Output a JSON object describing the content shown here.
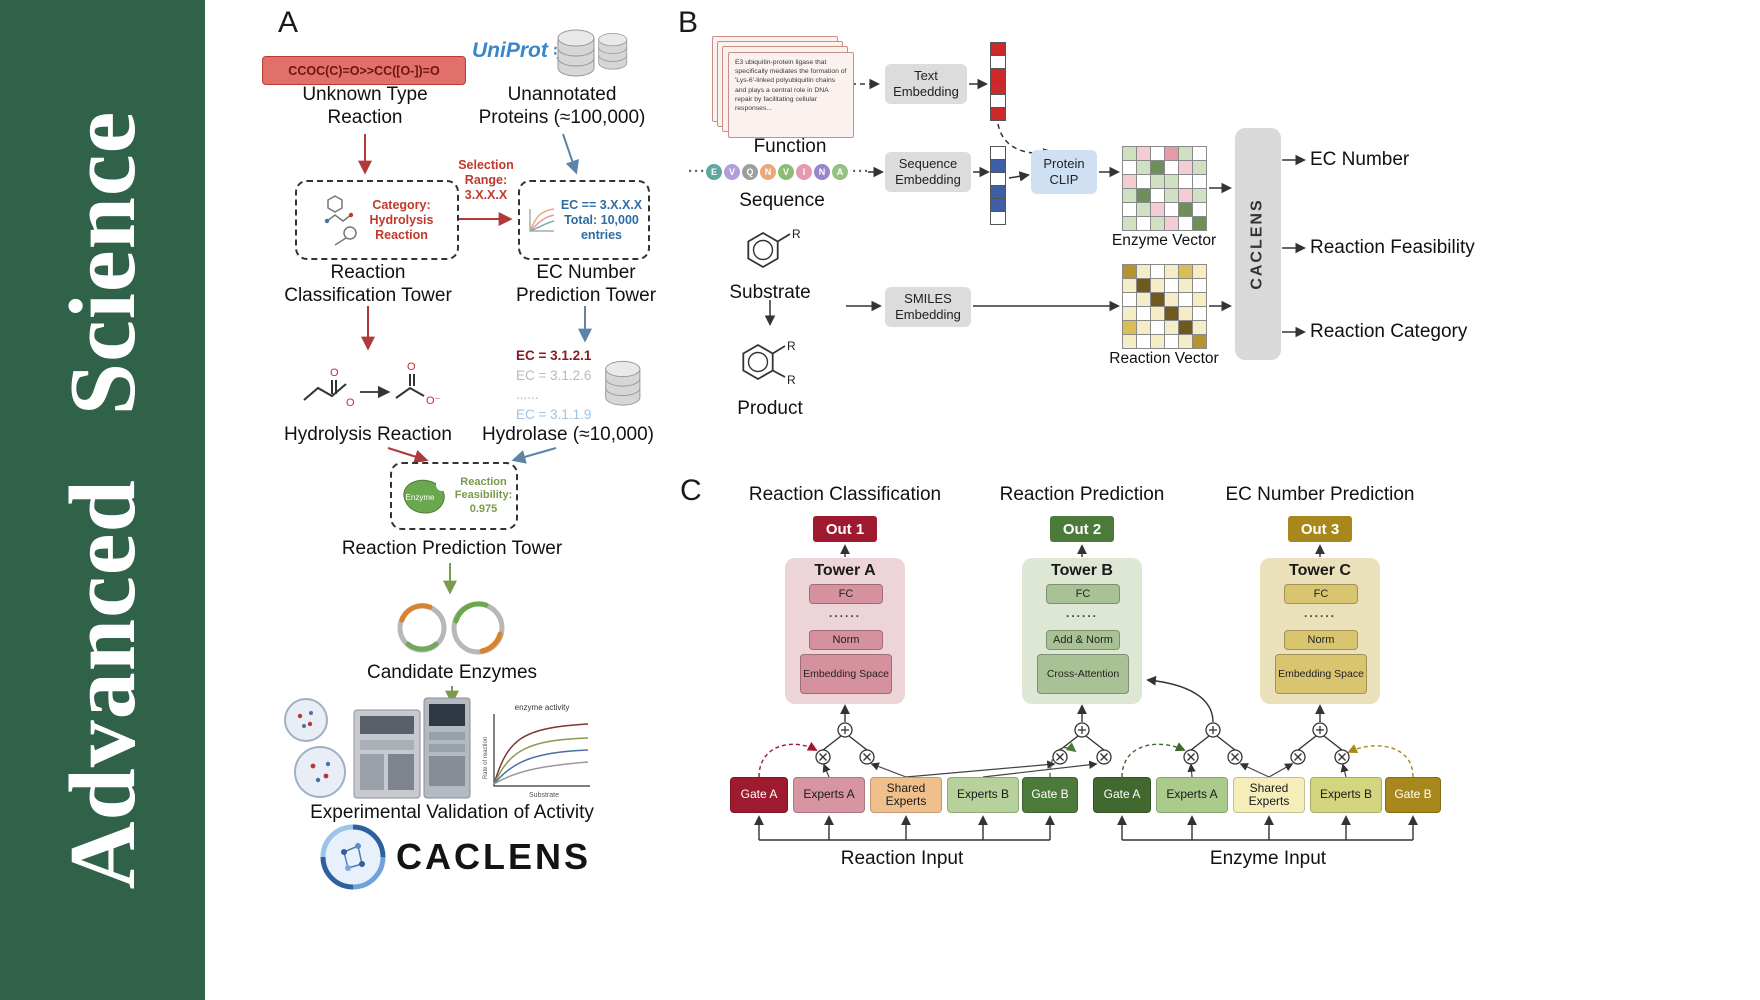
{
  "palette": {
    "w": "#ffffff",
    "g": "#cfe0c3",
    "G": "#6d8f5a",
    "p": "#f3cdd3",
    "P": "#e59aa8",
    "y": "#f5ecc8",
    "Y": "#d9bd55",
    "o": "#b5932e",
    "B": "#6f5a1d",
    "R": "#cc2a2a",
    "b": "#3d5fa8"
  },
  "colors": {
    "sidebar": "#2f6249",
    "arrow_red": "#b03a3a",
    "arrow_blue": "#5b84a8",
    "arrow_green": "#7a9a4e",
    "out1": "#9e1b2f",
    "out2": "#4c7a3a",
    "out3": "#a8871c",
    "towerA_bg": "#ecd4d9",
    "towerA_box": "#d6919e",
    "towerB_bg": "#dde7d4",
    "towerB_box": "#a9c295",
    "towerC_bg": "#eae0ba",
    "towerC_box": "#d9c56f",
    "gateA_left": "#9e1b2f",
    "expertsA_left": "#d795a2",
    "shared_left": "#efc08b",
    "expertsB_left": "#b6d29a",
    "gateB_left": "#4c7a3a",
    "gateA_right": "#40682f",
    "expertsA_right": "#abcb8d",
    "shared_right": "#f5eebb",
    "expertsB_right": "#d3d67f",
    "gateB_right": "#a8871c"
  },
  "journal": {
    "words": [
      "Advanced",
      "Science"
    ]
  },
  "panelA": {
    "label": "A",
    "smiles": "CCOC(C)=O>>CC([O-])=O",
    "unknown": "Unknown Type\nReaction",
    "uniprot": "UniProt",
    "unannotated": "Unannotated\nProteins (≈100,000)",
    "category_box": "Category:\nHydrolysis\nReaction",
    "selection": "Selection\nRange:\n3.X.X.X",
    "ec_box": "EC == 3.X.X.X\nTotal: 10,000\nentries",
    "classification_tower": "Reaction\nClassification Tower",
    "ec_tower": "EC Number\nPrediction Tower",
    "hydrolysis_reaction": "Hydrolysis Reaction",
    "ec_list": [
      {
        "text": "EC = 3.1.2.1",
        "color": "#8b1a1a",
        "bold": true
      },
      {
        "text": "EC = 3.1.2.6",
        "color": "#b9b9b9",
        "bold": false
      },
      {
        "text": "......",
        "color": "#b9b9b9",
        "bold": false
      },
      {
        "text": "EC = 3.1.1.9",
        "color": "#9dc3e6",
        "bold": false
      }
    ],
    "hydrolase": "Hydrolase (≈10,000)",
    "enzyme": "Enzyme",
    "feasibility": "Reaction\nFeasibility:\n0.975",
    "prediction_tower": "Reaction Prediction Tower",
    "candidate_enzymes": "Candidate Enzymes",
    "plot": {
      "title": "enzyme activity",
      "ylabel": "Rate of reaction",
      "xlabel": "Substrate"
    },
    "validation": "Experimental Validation of Activity",
    "logo": "CACLENS",
    "atom_o": "O",
    "atom_o_minus": "O⁻"
  },
  "panelB": {
    "label": "B",
    "function_text": "E3 ubiquitin-protein ligase that specifically mediates the formation of 'Lys-6'-linked polyubiquitin chains and plays a central role in DNA repair by facilitating cellular responses...",
    "function_label": "Function",
    "ellipsis": "···",
    "sequence": [
      {
        "l": "E",
        "c": "#5fa8a0"
      },
      {
        "l": "V",
        "c": "#b39ddb"
      },
      {
        "l": "Q",
        "c": "#9e9e9e"
      },
      {
        "l": "N",
        "c": "#e8a87c"
      },
      {
        "l": "V",
        "c": "#8fbc74"
      },
      {
        "l": "I",
        "c": "#e49ab0"
      },
      {
        "l": "N",
        "c": "#9b86c9"
      },
      {
        "l": "A",
        "c": "#97c083"
      }
    ],
    "sequence_label": "Sequence",
    "substrate_label": "Substrate",
    "product_label": "Product",
    "r_label": "R",
    "text_embedding": "Text\nEmbedding",
    "sequence_embedding": "Sequence\nEmbedding",
    "smiles_embedding": "SMILES\nEmbedding",
    "protein_clip": "Protein\nCLIP",
    "vector1": [
      "R",
      "w",
      "R",
      "R",
      "w",
      "R"
    ],
    "vector2": [
      "w",
      "b",
      "w",
      "b",
      "b",
      "w"
    ],
    "enzyme_matrix": [
      [
        "g",
        "p",
        "w",
        "P",
        "g",
        "w"
      ],
      [
        "w",
        "g",
        "G",
        "w",
        "p",
        "g"
      ],
      [
        "p",
        "w",
        "g",
        "g",
        "w",
        "w"
      ],
      [
        "g",
        "G",
        "w",
        "g",
        "p",
        "g"
      ],
      [
        "w",
        "g",
        "p",
        "w",
        "G",
        "w"
      ],
      [
        "g",
        "w",
        "g",
        "p",
        "w",
        "G"
      ]
    ],
    "reaction_matrix": [
      [
        "o",
        "y",
        "w",
        "y",
        "Y",
        "y"
      ],
      [
        "y",
        "B",
        "y",
        "w",
        "y",
        "w"
      ],
      [
        "w",
        "y",
        "B",
        "y",
        "w",
        "y"
      ],
      [
        "y",
        "w",
        "y",
        "B",
        "y",
        "w"
      ],
      [
        "Y",
        "y",
        "w",
        "y",
        "B",
        "y"
      ],
      [
        "y",
        "w",
        "y",
        "w",
        "y",
        "o"
      ]
    ],
    "enzyme_vector_label": "Enzyme Vector",
    "reaction_vector_label": "Reaction Vector",
    "caclens": "CACLENS",
    "outputs": [
      "EC Number",
      "Reaction Feasibility",
      "Reaction Category"
    ]
  },
  "panelC": {
    "label": "C",
    "headers": [
      "Reaction Classification",
      "Reaction Prediction",
      "EC Number Prediction"
    ],
    "outs": [
      "Out 1",
      "Out 2",
      "Out 3"
    ],
    "towers": [
      {
        "name": "Tower A",
        "fc": "FC",
        "dots": "......",
        "norm": "Norm",
        "bottom": "Embedding Space"
      },
      {
        "name": "Tower B",
        "fc": "FC",
        "dots": "......",
        "norm": "Add & Norm",
        "bottom": "Cross-Attention"
      },
      {
        "name": "Tower C",
        "fc": "FC",
        "dots": "......",
        "norm": "Norm",
        "bottom": "Embedding Space"
      }
    ],
    "experts_left": [
      "Gate A",
      "Experts A",
      "Shared Experts",
      "Experts B",
      "Gate B"
    ],
    "experts_right": [
      "Gate A",
      "Experts A",
      "Shared Experts",
      "Experts B",
      "Gate B"
    ],
    "reaction_input": "Reaction Input",
    "enzyme_input": "Enzyme Input"
  }
}
